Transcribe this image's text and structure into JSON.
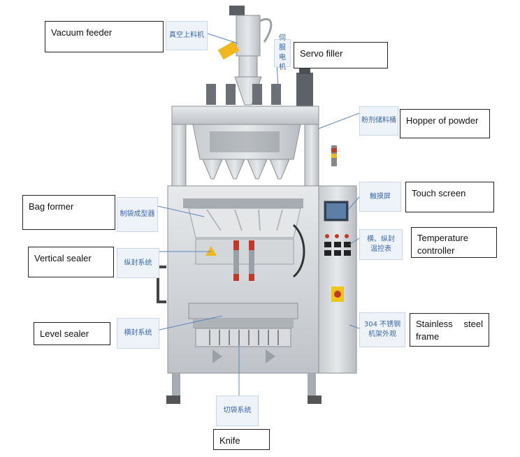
{
  "labels_en": {
    "vacuum_feeder": "Vacuum feeder",
    "servo_filler": "Servo filler",
    "hopper": "Hopper of powder",
    "bag_former": "Bag former",
    "touch_screen": "Touch screen",
    "temperature_line1": "Temperature",
    "temperature_line2": "controller",
    "vertical_sealer": "Vertical sealer",
    "level_sealer": "Level sealer",
    "stainless_word1": "Stainless",
    "stainless_word2": "steel",
    "stainless_line2": "frame",
    "knife": "Knife"
  },
  "labels_zh": {
    "vacuum_feeder": "真空上料机",
    "servo_line1": "伺服",
    "servo_line2": "电机",
    "hopper": "粉剂储料桶",
    "bag_former": "制袋成型器",
    "touch_screen": "触摸屏",
    "temperature_line1": "横、纵封",
    "temperature_line2": "温控表",
    "vertical_sealer": "纵封系统",
    "level_sealer": "横封系统",
    "stainless_line1": "304 不锈钢",
    "stainless_line2": "机架外观",
    "knife": "切袋系统"
  },
  "colors": {
    "callout_line": "#5d84bd",
    "zh_text": "#3b67a6",
    "zh_fill": "#eef3fa",
    "steel_light": "#d9dbde",
    "steel_mid": "#b7bbc0",
    "steel_dark": "#7f858c",
    "red_button": "#c0392b",
    "yellow_bag": "#f0b81e"
  }
}
